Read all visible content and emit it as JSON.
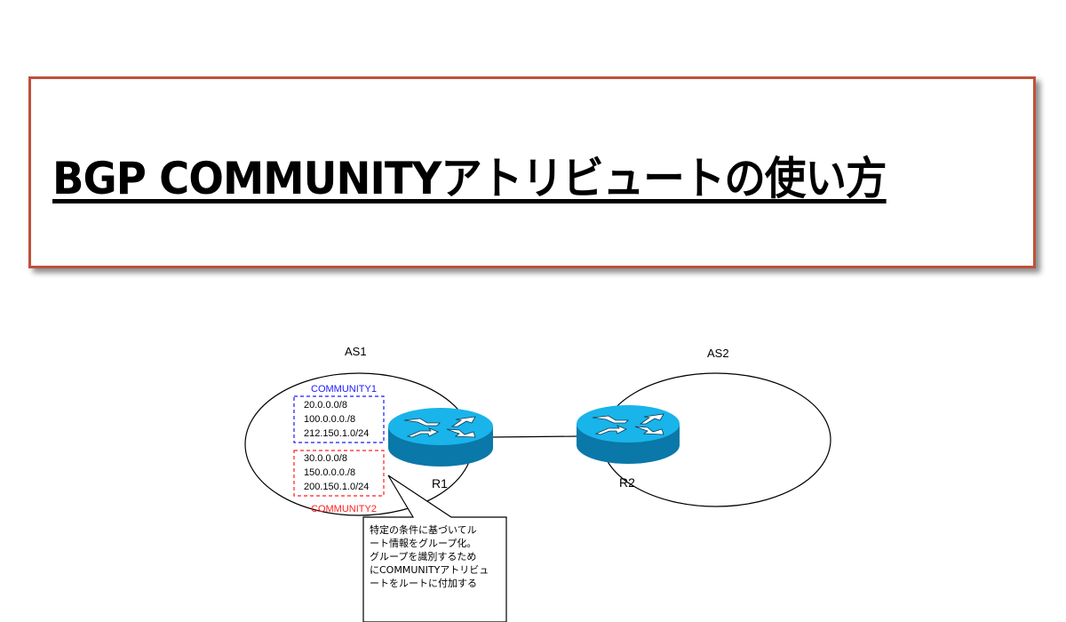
{
  "title": {
    "text": "BGP COMMUNITYアトリビュートの使い方",
    "border_color": "#c0503d"
  },
  "diagram": {
    "as1": {
      "label": "AS1"
    },
    "as2": {
      "label": "AS2"
    },
    "routers": [
      {
        "id": "r1",
        "label": "R1"
      },
      {
        "id": "r2",
        "label": "R2"
      }
    ],
    "communities": [
      {
        "label": "COMMUNITY1",
        "color": "#1a1aff",
        "prefixes": [
          "20.0.0.0/8",
          "100.0.0.0./8",
          "212.150.1.0/24"
        ]
      },
      {
        "label": "COMMUNITY2",
        "color": "#ff2020",
        "prefixes": [
          "30.0.0.0/8",
          "150.0.0.0./8",
          "200.150.1.0/24"
        ]
      }
    ],
    "callout": {
      "lines": [
        "特定の条件に基づいてル",
        "ート情報をグループ化。",
        "グループを識別するため",
        "にCOMMUNITYアトリビュ",
        "ートをルートに付加する"
      ]
    },
    "colors": {
      "router_top": "#19b4ea",
      "router_side": "#0a78a8"
    }
  }
}
